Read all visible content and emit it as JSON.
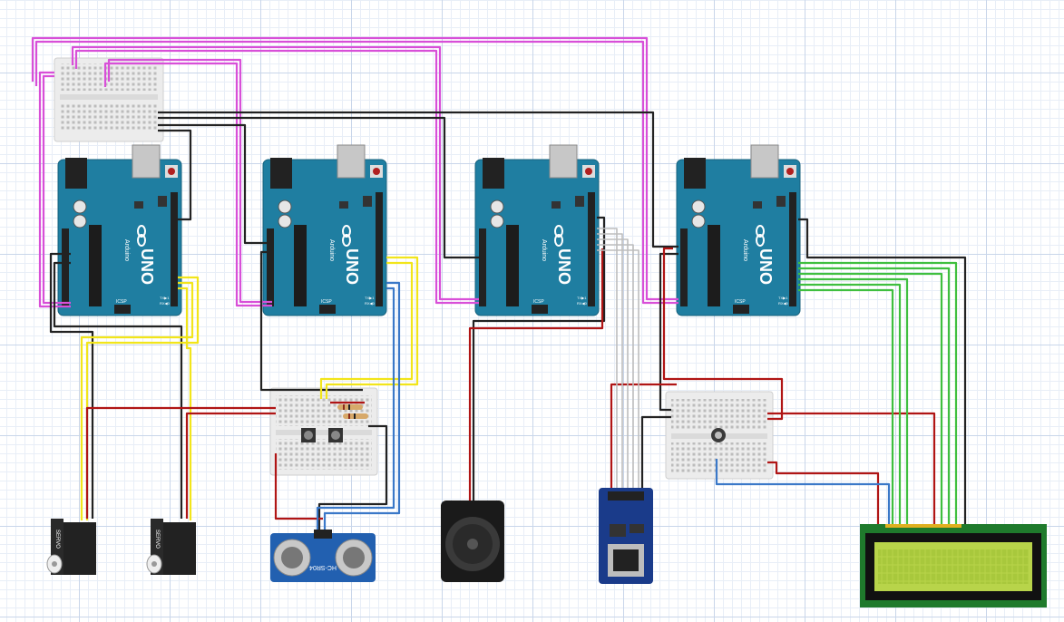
{
  "colors": {
    "arduino_board": "#1f7ea1",
    "wire_magenta": "#d84fd8",
    "wire_black": "#222222",
    "wire_yellow": "#f2e51a",
    "wire_red": "#b01515",
    "wire_blue": "#3a78c8",
    "wire_green": "#3fbf3f",
    "wire_gray": "#bdbdbd",
    "lcd_screen": "#b8d44a",
    "lcd_pcb": "#1f7a2c",
    "breadboard": "#ebebeb",
    "sd_module": "#1a3b8a",
    "servo_body": "#222222"
  },
  "arduinos": [
    {
      "logo": "UNO",
      "brand": "Arduino",
      "icsp": "ICSP",
      "tx": "TX▶1",
      "rx": "RX◀0"
    },
    {
      "logo": "UNO",
      "brand": "Arduino",
      "icsp": "ICSP",
      "tx": "TX▶1",
      "rx": "RX◀0"
    },
    {
      "logo": "UNO",
      "brand": "Arduino",
      "icsp": "ICSP",
      "tx": "TX▶1",
      "rx": "RX◀0"
    },
    {
      "logo": "UNO",
      "brand": "Arduino",
      "icsp": "ICSP",
      "tx": "TX▶1",
      "rx": "RX◀0"
    }
  ],
  "servos": [
    {
      "label": "SERVO"
    },
    {
      "label": "SERVO"
    }
  ],
  "ultrasonic": {
    "label": "HC-SR04"
  },
  "icons": [
    "arduino-board-icon",
    "breadboard-icon",
    "servo-icon",
    "ultrasonic-sensor-icon",
    "speaker-icon",
    "sd-card-module-icon",
    "lcd-display-icon",
    "potentiometer-icon",
    "push-button-icon",
    "resistor-icon"
  ]
}
